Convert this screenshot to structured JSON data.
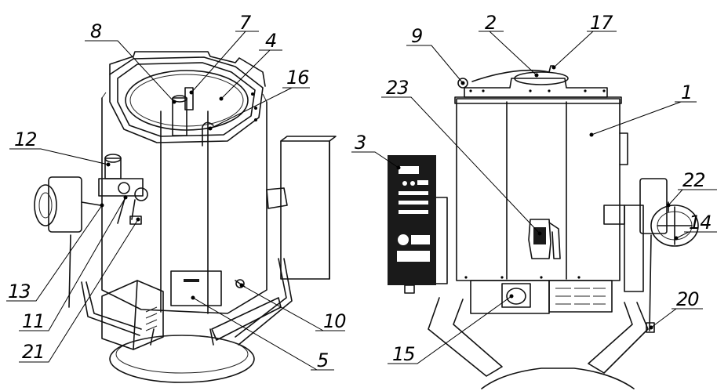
{
  "callouts": {
    "c1": "1",
    "c2": "2",
    "c3": "3",
    "c4": "4",
    "c5": "5",
    "c7": "7",
    "c8": "8",
    "c9": "9",
    "c10": "10",
    "c11": "11",
    "c12": "12",
    "c13": "13",
    "c14": "14",
    "c15": "15",
    "c16": "16",
    "c17": "17",
    "c20": "20",
    "c21": "21",
    "c22": "22",
    "c23": "23"
  },
  "colors": {
    "line": "#111111",
    "panel": "#1a1a1a",
    "background": "#ffffff"
  }
}
